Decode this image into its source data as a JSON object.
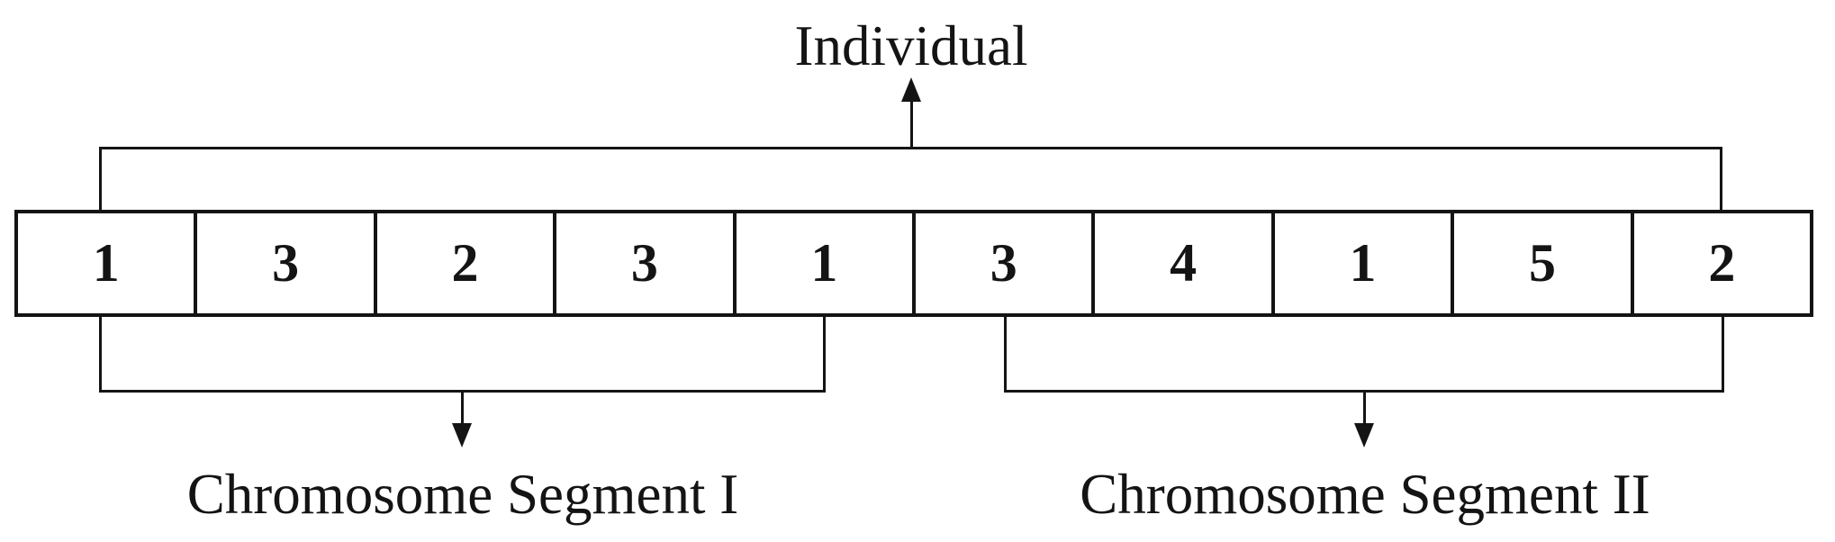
{
  "diagram": {
    "title": "Individual",
    "cells": [
      "1",
      "3",
      "2",
      "3",
      "1",
      "3",
      "4",
      "1",
      "5",
      "2"
    ],
    "segments": [
      {
        "label": "Chromosome Segment I",
        "covers_cells": [
          1,
          5
        ]
      },
      {
        "label": "Chromosome Segment II",
        "covers_cells": [
          6,
          10
        ]
      }
    ],
    "colors": {
      "line": "#141414",
      "text": "#141414",
      "background": "#ffffff",
      "cell_fill": "#ffffff"
    }
  }
}
